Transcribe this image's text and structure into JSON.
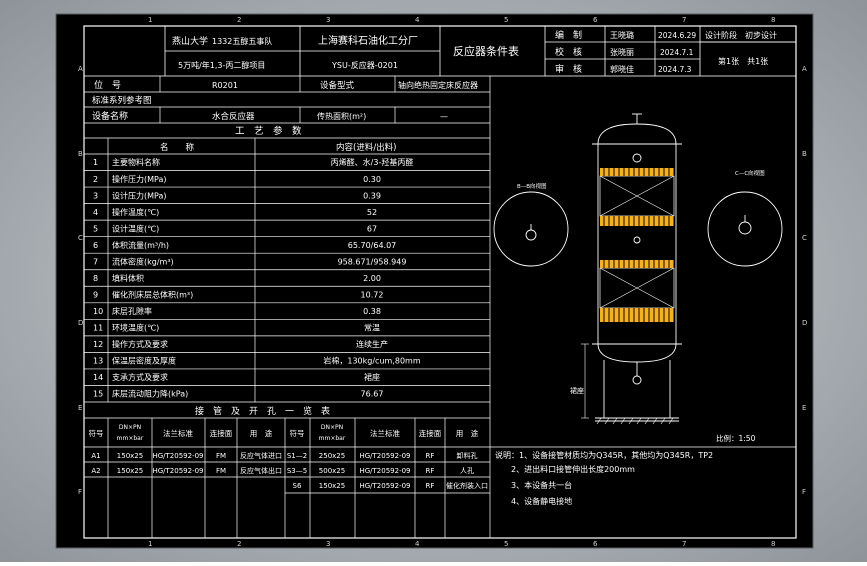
{
  "frame": {
    "zone_letters": [
      "A",
      "B",
      "C",
      "D",
      "E",
      "F"
    ],
    "zone_numbers": [
      "1",
      "2",
      "3",
      "4",
      "5",
      "6",
      "7",
      "8"
    ]
  },
  "title_block": {
    "university": "燕山大学",
    "team": "1332五醇五事队",
    "company": "上海赛科石油化工分厂",
    "project": "5万吨/年1,3-丙二醇项目",
    "drawing_no": "YSU-反应器-0201",
    "doc_title": "反应器条件表",
    "role_draw": "编　制",
    "role_check": "校　核",
    "role_review": "审　核",
    "name_draw": "王晓璐",
    "name_check": "张晓丽",
    "name_review": "郭晓佳",
    "date_draw": "2024.6.29",
    "date_check": "2024.7.1",
    "date_review": "2024.7.3",
    "stage_label": "设计阶段",
    "stage_value": "初步设计",
    "sheet": "第1张　共1张"
  },
  "header_rows": {
    "tag_label": "位　号",
    "tag_value": "R0201",
    "type_label": "设备型式",
    "type_value": "轴向绝热固定床反应器",
    "standard_label": "标准系列参考图",
    "name_label": "设备名称",
    "name_value": "水合反应器",
    "area_label": "传热面积(m²)",
    "area_value": "—"
  },
  "process_table": {
    "section_title": "工　艺　参　数",
    "col_name": "名　　称",
    "col_value": "内容(进料/出料)",
    "rows": [
      {
        "no": "1",
        "name": "主要物料名称",
        "value": "丙烯醛、水/3-羟基丙醛"
      },
      {
        "no": "2",
        "name": "操作压力(MPa)",
        "value": "0.30"
      },
      {
        "no": "3",
        "name": "设计压力(MPa)",
        "value": "0.39"
      },
      {
        "no": "4",
        "name": "操作温度(℃)",
        "value": "52"
      },
      {
        "no": "5",
        "name": "设计温度(℃)",
        "value": "67"
      },
      {
        "no": "6",
        "name": "体积流量(m³/h)",
        "value": "65.70/64.07"
      },
      {
        "no": "7",
        "name": "流体密度(kg/m³)",
        "value": "958.671/958.949"
      },
      {
        "no": "8",
        "name": "填料体积",
        "value": "2.00"
      },
      {
        "no": "9",
        "name": "催化剂床层总体积(m³)",
        "value": "10.72"
      },
      {
        "no": "10",
        "name": "床层孔隙率",
        "value": "0.38"
      },
      {
        "no": "11",
        "name": "环境温度(℃)",
        "value": "常温"
      },
      {
        "no": "12",
        "name": "操作方式及要求",
        "value": "连续生产"
      },
      {
        "no": "13",
        "name": "保温层密度及厚度",
        "value": "岩棉，130kg/cum,80mm"
      },
      {
        "no": "14",
        "name": "支承方式及要求",
        "value": "裙座"
      },
      {
        "no": "15",
        "name": "床层流动阻力降(kPa)",
        "value": "76.67"
      }
    ]
  },
  "nozzle_table": {
    "section_title": "接　管　及　开　孔　一　览　表",
    "headers": [
      "符号",
      "DN×PN\nmm×bar",
      "法兰标准",
      "连接面",
      "用　途",
      "符号",
      "DN×PN\nmm×bar",
      "法兰标准",
      "连接面",
      "用　途"
    ],
    "left_rows": [
      {
        "sym": "A1",
        "dn": "150x25",
        "std": "HG/T20592-09",
        "face": "FM",
        "use": "反应气体进口"
      },
      {
        "sym": "A2",
        "dn": "150x25",
        "std": "HG/T20592-09",
        "face": "FM",
        "use": "反应气体出口"
      }
    ],
    "right_rows": [
      {
        "sym": "S1—2",
        "dn": "250x25",
        "std": "HG/T20592-09",
        "face": "RF",
        "use": "卸料孔"
      },
      {
        "sym": "S3—5",
        "dn": "500x25",
        "std": "HG/T20592-09",
        "face": "RF",
        "use": "人孔"
      },
      {
        "sym": "S6",
        "dn": "150x25",
        "std": "HG/T20592-09",
        "face": "RF",
        "use": "催化剂装入口"
      }
    ]
  },
  "drawing": {
    "view_left_label": "B—B向视图",
    "view_right_label": "C—C向视图",
    "skirt_label": "裙座",
    "scale": "比例：1:50"
  },
  "notes": {
    "items": [
      "说明：1、设备接管材质均为Q345R，其他均为Q345R，TP2",
      "2、进出料口接管伸出长度200mm",
      "3、本设备共一台",
      "4、设备静电接地"
    ]
  }
}
